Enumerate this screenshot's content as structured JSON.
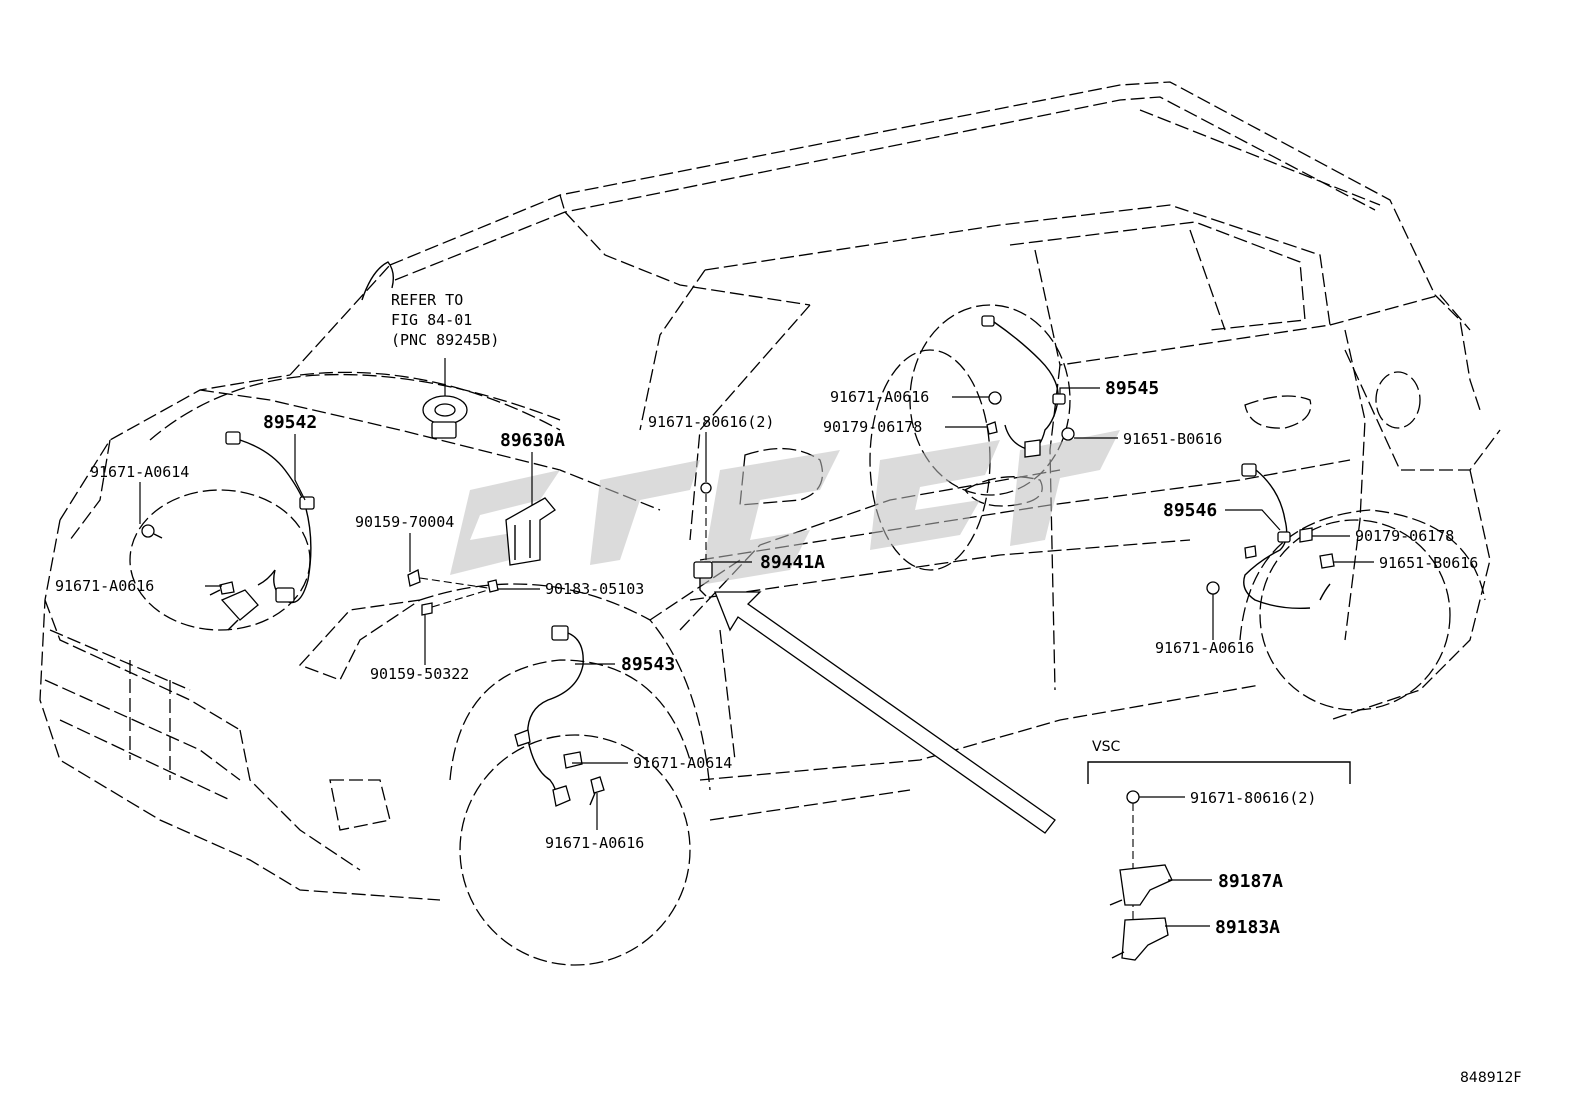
{
  "diagram": {
    "refer_note": [
      "REFER TO",
      "FIG 84-01",
      "(PNC 89245B)"
    ],
    "vsc_label": "VSC",
    "figure_number": "848912F",
    "callouts": {
      "c89542": "89542",
      "c89543": "89543",
      "c89545": "89545",
      "c89546": "89546",
      "c89630A": "89630A",
      "c89441A": "89441A",
      "c89187A": "89187A",
      "c89183A": "89183A",
      "fl_a0614": "91671-A0614",
      "fl_a0616": "91671-A0616",
      "s70004": "90159-70004",
      "s50322": "90159-50322",
      "n05103": "90183-05103",
      "b80616": "91671-80616(2)",
      "fr_a0614": "91671-A0614",
      "fr_a0616": "91671-A0616",
      "rr_a0616_top": "91671-A0616",
      "rr_06178_top": "90179-06178",
      "rr_b0616_top": "91651-B0616",
      "rr_06178_right": "90179-06178",
      "rr_b0616_right": "91651-B0616",
      "rr_a0616_bottom": "91671-A0616",
      "vsc_80616": "91671-80616(2)"
    }
  }
}
